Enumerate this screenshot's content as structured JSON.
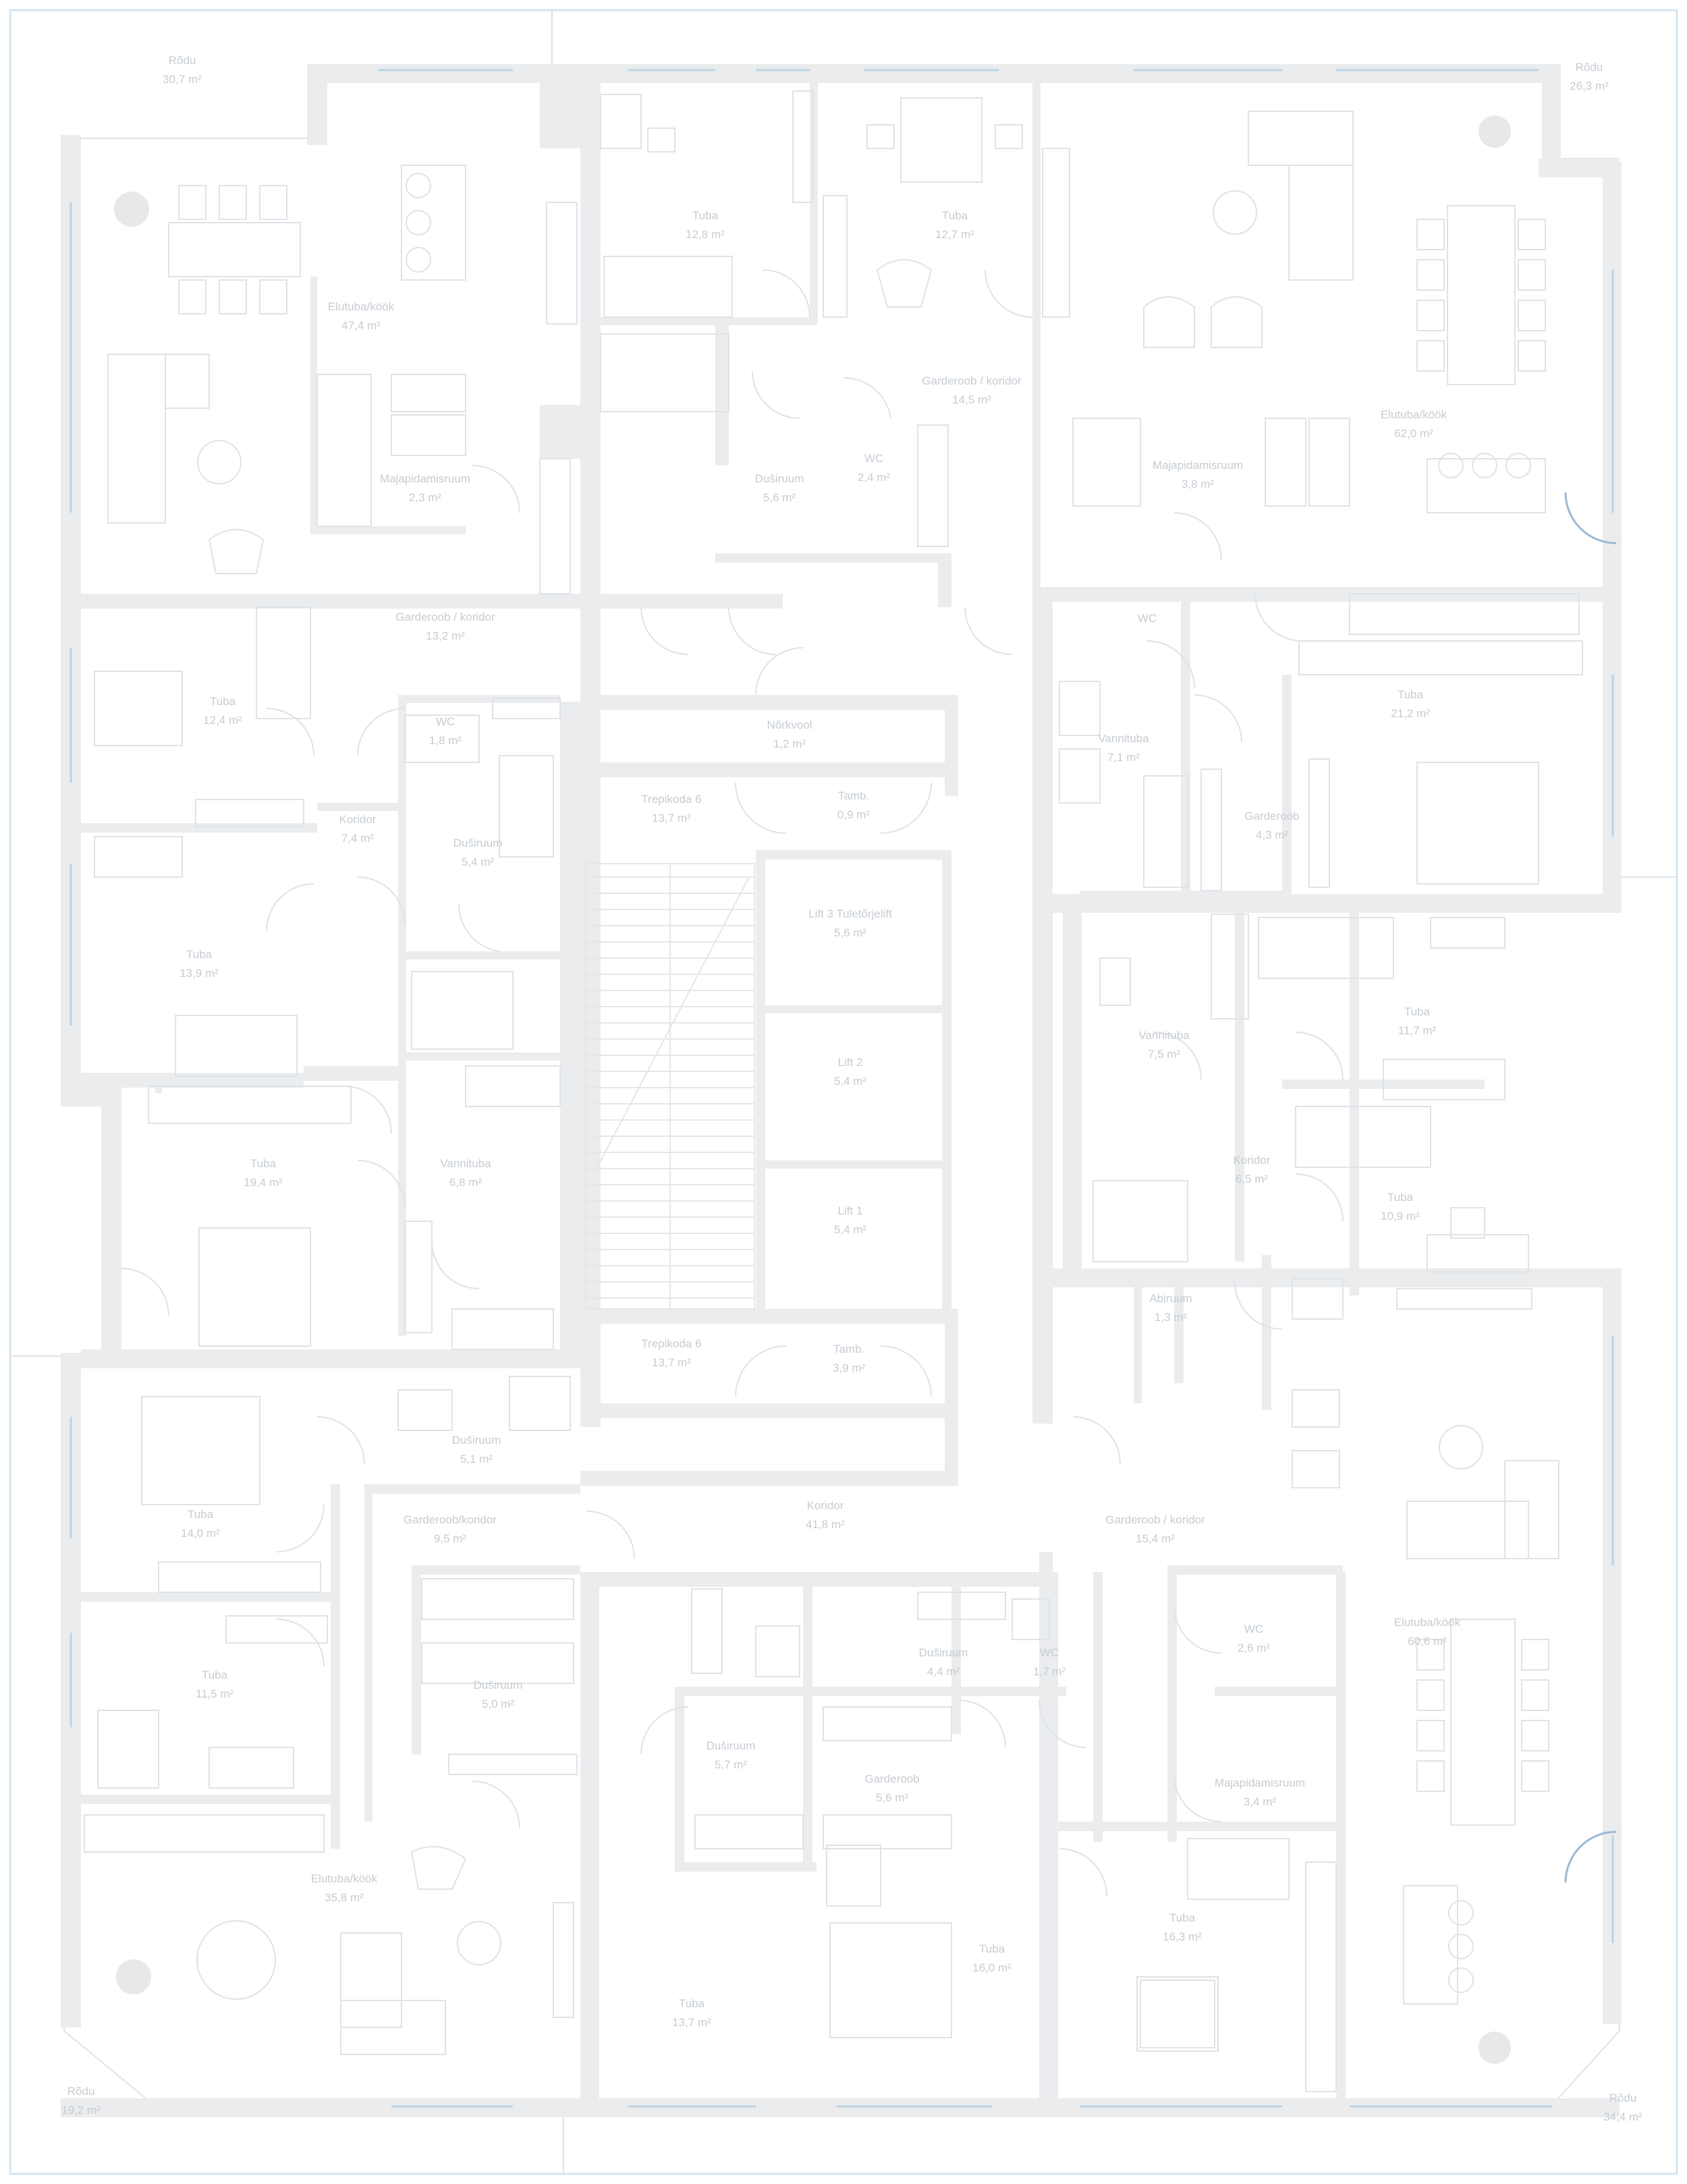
{
  "colors": {
    "wall": "#eaecee",
    "line": "#dfe3e7",
    "window": "#bcd3e4",
    "door_accent": "#9bb9d6",
    "label": "#c6ccd2",
    "background": "#ffffff"
  },
  "rooms": [
    {
      "id": "r1",
      "name": "Rõdu",
      "area": "30,7 m²"
    },
    {
      "id": "r2",
      "name": "Rõdu",
      "area": "26,3 m²"
    },
    {
      "id": "r3",
      "name": "Elutuba/köök",
      "area": "47,4 m²"
    },
    {
      "id": "r4",
      "name": "Tuba",
      "area": "12,8 m²"
    },
    {
      "id": "r5",
      "name": "Tuba",
      "area": "12,7 m²"
    },
    {
      "id": "r6",
      "name": "Garderoob / koridor",
      "area": "14,5 m²"
    },
    {
      "id": "r7",
      "name": "Elutuba/köök",
      "area": "62,0 m²"
    },
    {
      "id": "r8",
      "name": "Majapidamisruum",
      "area": "2,3 m²"
    },
    {
      "id": "r9",
      "name": "Majapidamisruum",
      "area": "3,8 m²"
    },
    {
      "id": "r10",
      "name": "Duširuum",
      "area": "5,6 m²"
    },
    {
      "id": "r11",
      "name": "WC",
      "area": "2,4 m²"
    },
    {
      "id": "r12",
      "name": "Garderoob / koridor",
      "area": "13,2 m²"
    },
    {
      "id": "r13",
      "name": "Tuba",
      "area": "12,4 m²"
    },
    {
      "id": "r14",
      "name": "WC",
      "area": "1,8 m²"
    },
    {
      "id": "r15",
      "name": "Nõrkvool",
      "area": "1,2 m²"
    },
    {
      "id": "r16",
      "name": "Trepikoda 6",
      "area": "13,7 m²"
    },
    {
      "id": "r17",
      "name": "Tamb.",
      "area": "0,9 m²"
    },
    {
      "id": "r18",
      "name": "Koridor",
      "area": "7,4 m²"
    },
    {
      "id": "r19",
      "name": "Duširuum",
      "area": "5,4 m²"
    },
    {
      "id": "r20",
      "name": "Tuba",
      "area": "13,9 m²"
    },
    {
      "id": "r21",
      "name": "Lift 3 Tuletõrjelift",
      "area": "5,6 m²"
    },
    {
      "id": "r22",
      "name": "Lift 2",
      "area": "5,4 m²"
    },
    {
      "id": "r23",
      "name": "Lift 1",
      "area": "5,4 m²"
    },
    {
      "id": "r24",
      "name": "Tuba",
      "area": "19,4 m²"
    },
    {
      "id": "r25",
      "name": "Vannituba",
      "area": "6,8 m²"
    },
    {
      "id": "r26",
      "name": "Vannituba",
      "area": "7,1 m²"
    },
    {
      "id": "r27",
      "name": "Tuba",
      "area": "21,2 m²"
    },
    {
      "id": "r28",
      "name": "Garderoob",
      "area": "4,3 m²"
    },
    {
      "id": "r29",
      "name": "WC",
      "area": ""
    },
    {
      "id": "r30",
      "name": "Vannituba",
      "area": "7,5 m²"
    },
    {
      "id": "r31",
      "name": "Tuba",
      "area": "11,7 m²"
    },
    {
      "id": "r32",
      "name": "Koridor",
      "area": "6,5 m²"
    },
    {
      "id": "r33",
      "name": "Tuba",
      "area": "10,9 m²"
    },
    {
      "id": "r34",
      "name": "Abiruum",
      "area": "1,3 m²"
    },
    {
      "id": "r35",
      "name": "Trepikoda 6",
      "area": "13,7 m²"
    },
    {
      "id": "r36",
      "name": "Tamb.",
      "area": "3,9 m²"
    },
    {
      "id": "r37",
      "name": "Tuba",
      "area": "14,0 m²"
    },
    {
      "id": "r38",
      "name": "Duširuum",
      "area": "5,1 m²"
    },
    {
      "id": "r39",
      "name": "Garderoob/koridor",
      "area": "9,5 m²"
    },
    {
      "id": "r40",
      "name": "Koridor",
      "area": "41,8 m²"
    },
    {
      "id": "r41",
      "name": "Garderoob / koridor",
      "area": "15,4 m²"
    },
    {
      "id": "r42",
      "name": "Tuba",
      "area": "11,5 m²"
    },
    {
      "id": "r43",
      "name": "Duširuum",
      "area": "5,0 m²"
    },
    {
      "id": "r44",
      "name": "Duširuum",
      "area": "4,4 m²"
    },
    {
      "id": "r45",
      "name": "WC",
      "area": "1,7 m²"
    },
    {
      "id": "r46",
      "name": "WC",
      "area": "2,6 m²"
    },
    {
      "id": "r47",
      "name": "Elutuba/köök",
      "area": "60,6 m²"
    },
    {
      "id": "r48",
      "name": "Duširuum",
      "area": "5,7 m²"
    },
    {
      "id": "r49",
      "name": "Garderoob",
      "area": "5,6 m²"
    },
    {
      "id": "r50",
      "name": "Majapidamisruum",
      "area": "3,4 m²"
    },
    {
      "id": "r51",
      "name": "Elutuba/köök",
      "area": "35,8 m²"
    },
    {
      "id": "r52",
      "name": "Tuba",
      "area": "16,0 m²"
    },
    {
      "id": "r53",
      "name": "Tuba",
      "area": "16,3 m²"
    },
    {
      "id": "r54",
      "name": "Tuba",
      "area": "13,7 m²"
    },
    {
      "id": "r55",
      "name": "Rõdu",
      "area": "19,2 m²"
    },
    {
      "id": "r56",
      "name": "Rõdu",
      "area": "34,4 m²"
    }
  ]
}
